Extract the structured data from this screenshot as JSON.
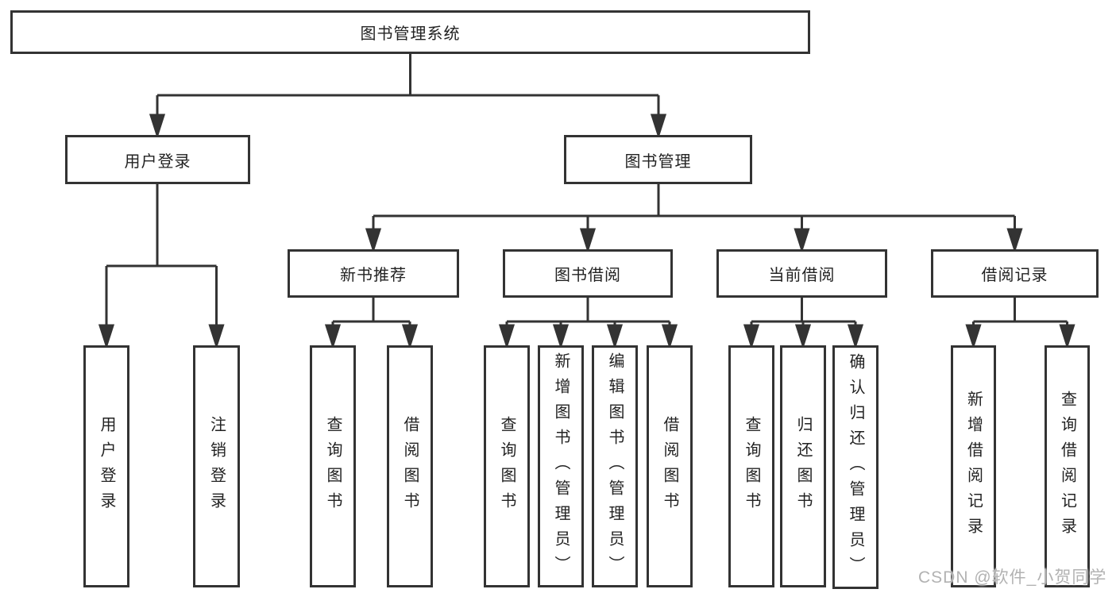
{
  "diagram": {
    "root": {
      "label": "图书管理系统"
    },
    "level2": [
      {
        "label": "用户登录",
        "children": [
          {
            "label": "用户登录"
          },
          {
            "label": "注销登录"
          }
        ]
      },
      {
        "label": "图书管理",
        "children": [
          {
            "label": "新书推荐",
            "children": [
              {
                "label": "查询图书"
              },
              {
                "label": "借阅图书"
              }
            ]
          },
          {
            "label": "图书借阅",
            "children": [
              {
                "label": "查询图书"
              },
              {
                "label": "新增图书（管理员）"
              },
              {
                "label": "编辑图书（管理员）"
              },
              {
                "label": "借阅图书"
              }
            ]
          },
          {
            "label": "当前借阅",
            "children": [
              {
                "label": "查询图书"
              },
              {
                "label": "归还图书"
              },
              {
                "label": "确认归还（管理员）"
              }
            ]
          },
          {
            "label": "借阅记录",
            "children": [
              {
                "label": "新增借阅记录"
              },
              {
                "label": "查询借阅记录"
              }
            ]
          }
        ]
      }
    ]
  },
  "watermark": {
    "text": "CSDN @软件_小贺同学"
  },
  "colors": {
    "line": "#333333",
    "box_border": "#333333",
    "box_bg": "#ffffff",
    "text": "#222222",
    "watermark": "#b2b2b2"
  }
}
